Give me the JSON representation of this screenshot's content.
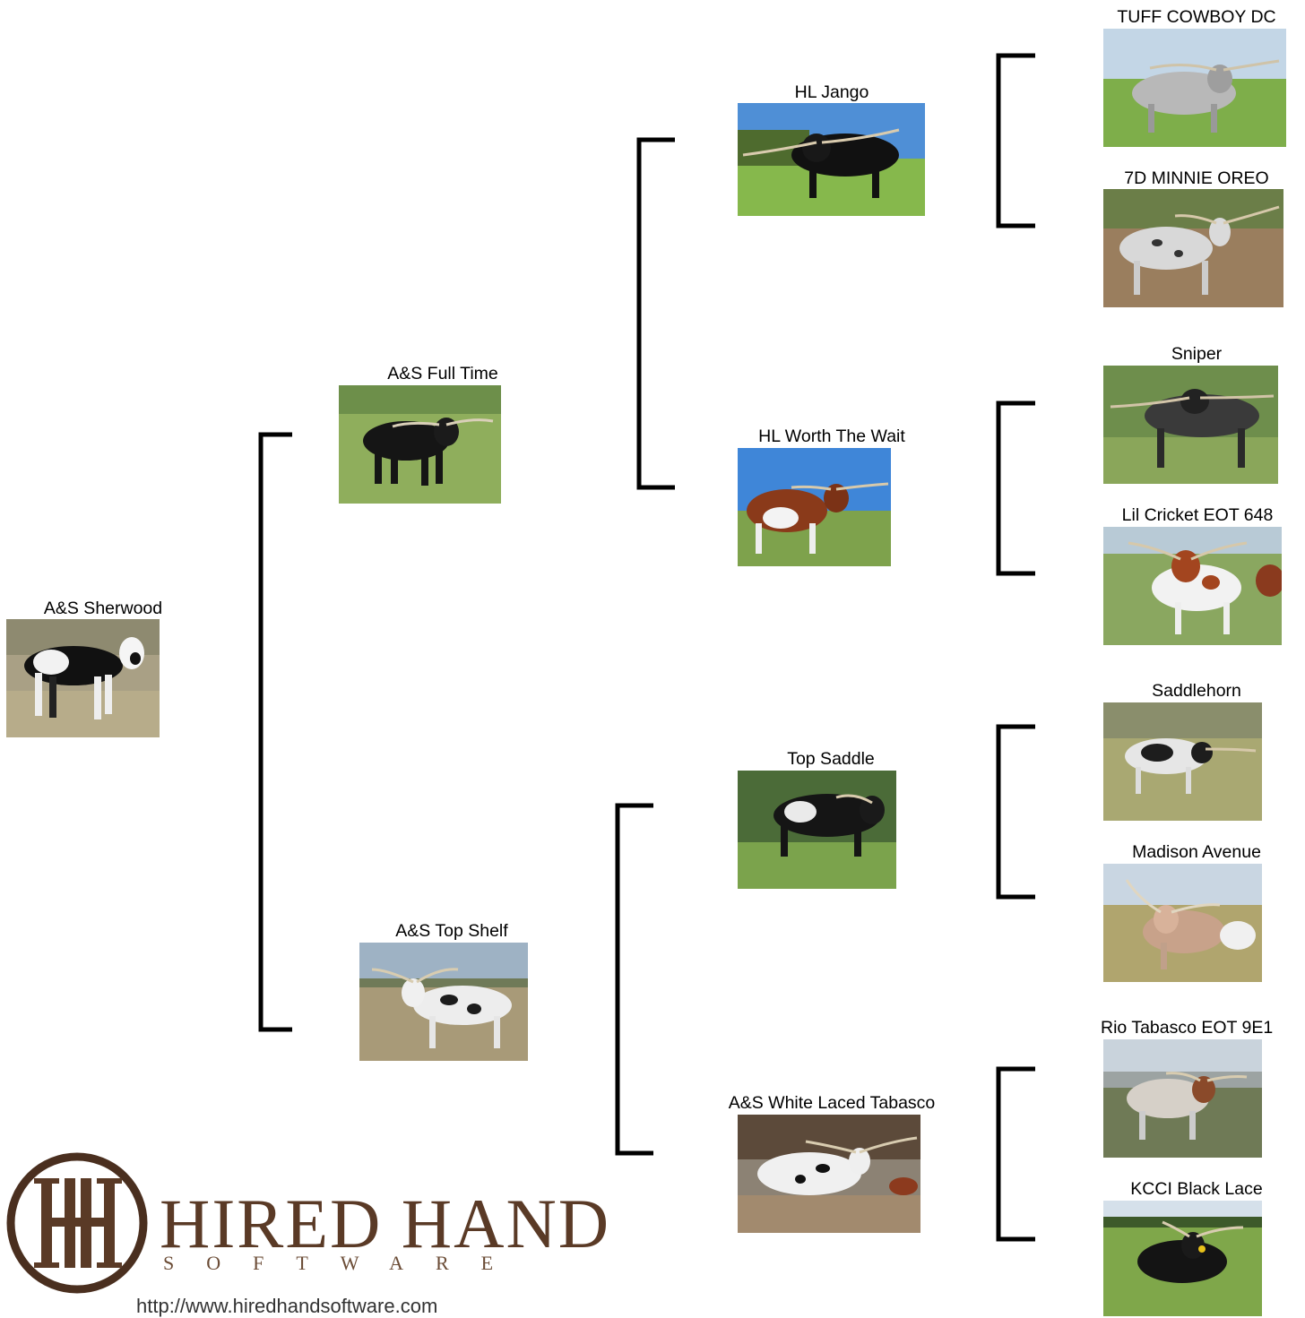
{
  "animals": {
    "subject": "A&S Sherwood",
    "sire": "A&S Full Time",
    "dam": "A&S Top Shelf",
    "sire_sire": "HL Jango",
    "sire_dam": "HL Worth The Wait",
    "dam_sire": "Top Saddle",
    "dam_dam": "A&S White Laced Tabasco",
    "ss_sire": "TUFF COWBOY DC",
    "ss_dam": "7D MINNIE OREO",
    "sd_sire": "Sniper",
    "sd_dam": "Lil Cricket EOT 648",
    "ds_sire": "Saddlehorn",
    "ds_dam": "Madison Avenue",
    "dd_sire": "Rio Tabasco EOT 9E1",
    "dd_dam": "KCCI Black Lace"
  },
  "logo": {
    "wordmark": "HIRED HAND",
    "subtitle": "SOFTWARE",
    "url": "http://www.hiredhandsoftware.com"
  },
  "colors": {
    "bracket": "#000000",
    "logo_brown": "#5a3a26"
  }
}
